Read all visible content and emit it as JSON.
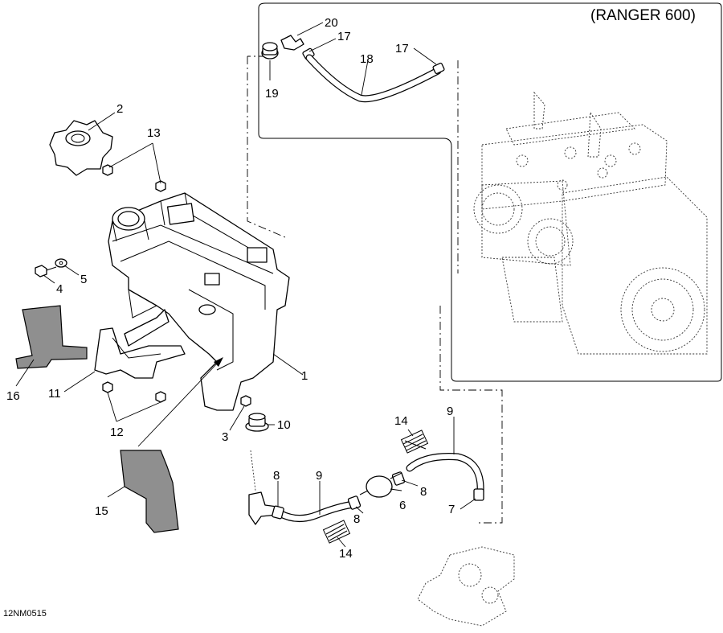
{
  "title": "(RANGER 600)",
  "diagram_code": "12NM0515",
  "callouts": {
    "c1": "1",
    "c2": "2",
    "c3": "3",
    "c4": "4",
    "c5": "5",
    "c6": "6",
    "c7": "7",
    "c8a": "8",
    "c8b": "8",
    "c8c": "8",
    "c9a": "9",
    "c9b": "9",
    "c10": "10",
    "c11": "11",
    "c12": "12",
    "c13": "13",
    "c14a": "14",
    "c14b": "14",
    "c15": "15",
    "c16": "16",
    "c17a": "17",
    "c17b": "17",
    "c18": "18",
    "c19": "19",
    "c20": "20"
  }
}
